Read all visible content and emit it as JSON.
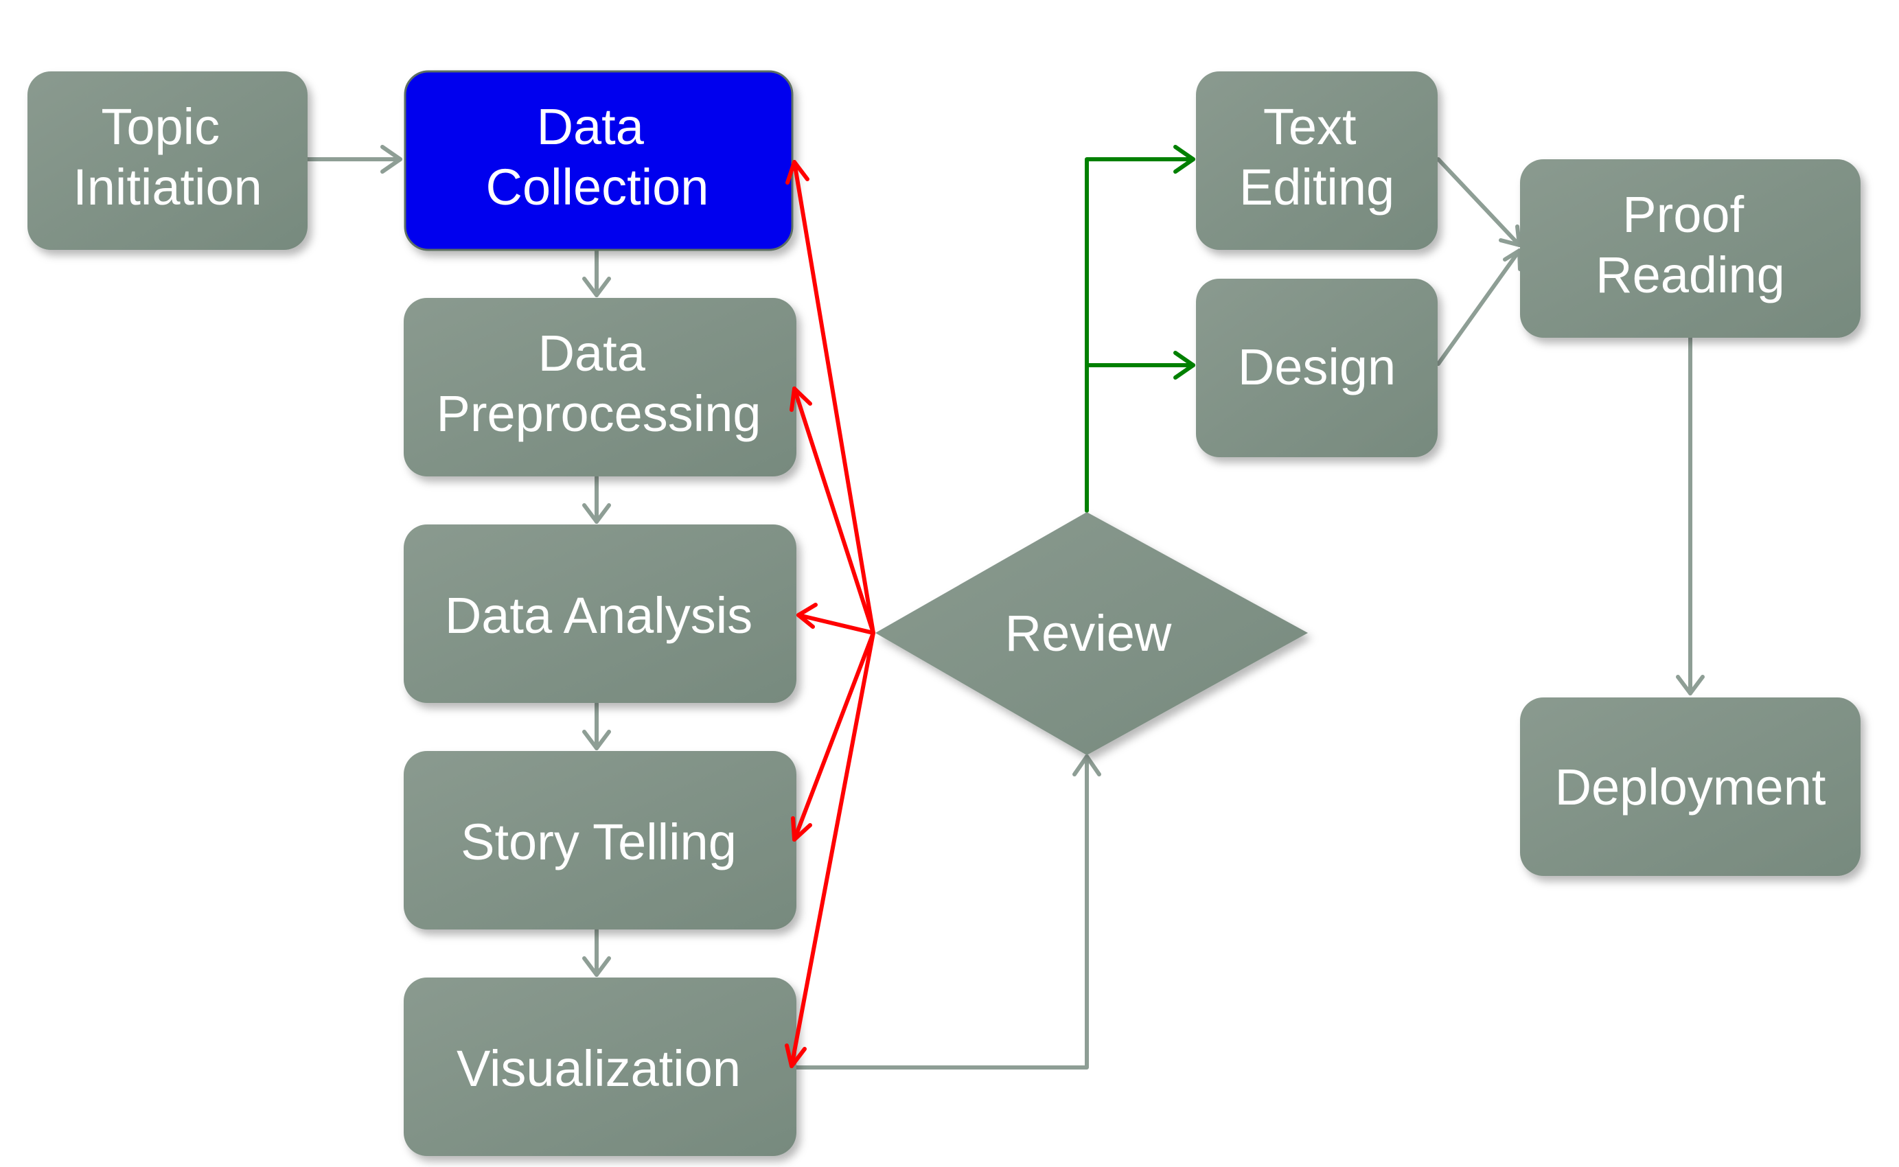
{
  "colors": {
    "node_fill": "#8a9a8f",
    "node_fill_dark": "#778a7e",
    "highlight_fill": "#0000ee",
    "connector": "#8e9e95",
    "feedback_arrow": "#ff0000",
    "branch_arrow": "#008000"
  },
  "nodes": {
    "topic_initiation": {
      "lines": [
        "Topic",
        "Initiation"
      ],
      "highlighted": false
    },
    "data_collection": {
      "lines": [
        "Data",
        "Collection"
      ],
      "highlighted": true
    },
    "data_preprocessing": {
      "lines": [
        "Data",
        "Preprocessing"
      ],
      "highlighted": false
    },
    "data_analysis": {
      "lines": [
        "Data Analysis"
      ],
      "highlighted": false
    },
    "story_telling": {
      "lines": [
        "Story Telling"
      ],
      "highlighted": false
    },
    "visualization": {
      "lines": [
        "Visualization"
      ],
      "highlighted": false
    },
    "review": {
      "lines": [
        "Review"
      ],
      "highlighted": false,
      "shape": "diamond"
    },
    "text_editing": {
      "lines": [
        "Text",
        "Editing"
      ],
      "highlighted": false
    },
    "design": {
      "lines": [
        "Design"
      ],
      "highlighted": false
    },
    "proof_reading": {
      "lines": [
        "Proof",
        "Reading"
      ],
      "highlighted": false
    },
    "deployment": {
      "lines": [
        "Deployment"
      ],
      "highlighted": false
    }
  }
}
